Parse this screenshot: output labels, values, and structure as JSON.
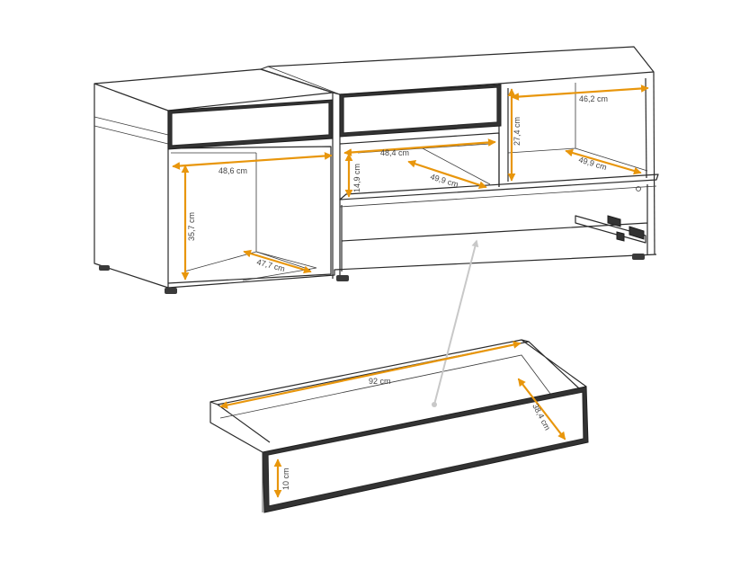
{
  "colors": {
    "dimension": "#e8960c",
    "outline": "#2b2b2b",
    "front_panel": "#333333",
    "pointer": "#c8c8c8"
  },
  "dimensions": {
    "compartment_left_width": "48,6 cm",
    "compartment_left_height": "35,7 cm",
    "compartment_left_depth": "47,7 cm",
    "shelf_middle_width": "48,4 cm",
    "shelf_middle_height": "14,9 cm",
    "shelf_middle_depth": "49,9 cm",
    "compartment_right_width": "46,2 cm",
    "compartment_right_height": "27,4 cm",
    "compartment_right_depth": "49,9 cm",
    "drawer_width": "92 cm",
    "drawer_depth": "38,4 cm",
    "drawer_height": "10 cm"
  }
}
